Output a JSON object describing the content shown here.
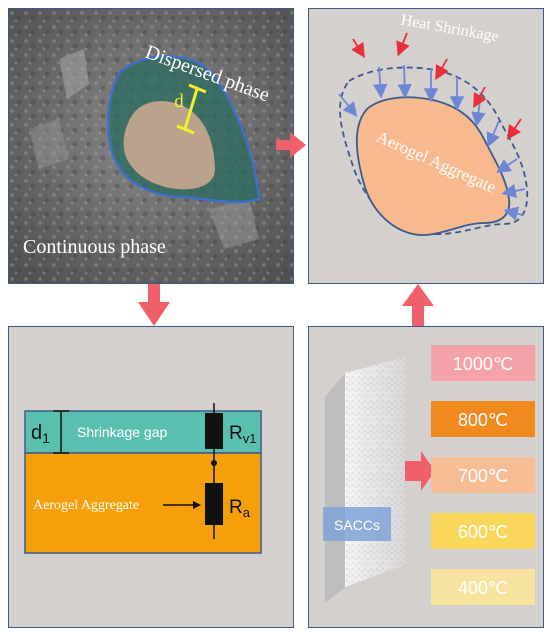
{
  "sem": {
    "dispersed_label": "Dispersed phase",
    "continuous_label": "Continuous phase",
    "gap_symbol": "d"
  },
  "shrink": {
    "title": "Heat Shrinkage",
    "aggregate_label": "Aerogel Aggregate"
  },
  "model": {
    "gap_symbol_base": "d",
    "gap_symbol_sub": "1",
    "gap_label": "Shrinkage gap",
    "aggregate_label": "Aerogel Aggregate",
    "r1_base": "R",
    "r1_sub": "v1",
    "r2_base": "R",
    "r2_sub": "a"
  },
  "temps": {
    "sample_label": "SACCs",
    "items": [
      {
        "label": "1000℃",
        "color": "#f5a3a8"
      },
      {
        "label": "800℃",
        "color": "#f08a1e"
      },
      {
        "label": "700℃",
        "color": "#f7bd96"
      },
      {
        "label": "600℃",
        "color": "#f8d75a"
      },
      {
        "label": "400℃",
        "color": "#f8e49e"
      }
    ]
  },
  "colors": {
    "arrow": "#f0606a",
    "panel_border": "#3d5a8c",
    "blue_arrow": "#6e86d6",
    "red_arrow": "#e8303c",
    "aggregate": "#f9b98f",
    "gap_teal": "#5bbfb0",
    "aggregate_orange": "#f5a00a"
  }
}
